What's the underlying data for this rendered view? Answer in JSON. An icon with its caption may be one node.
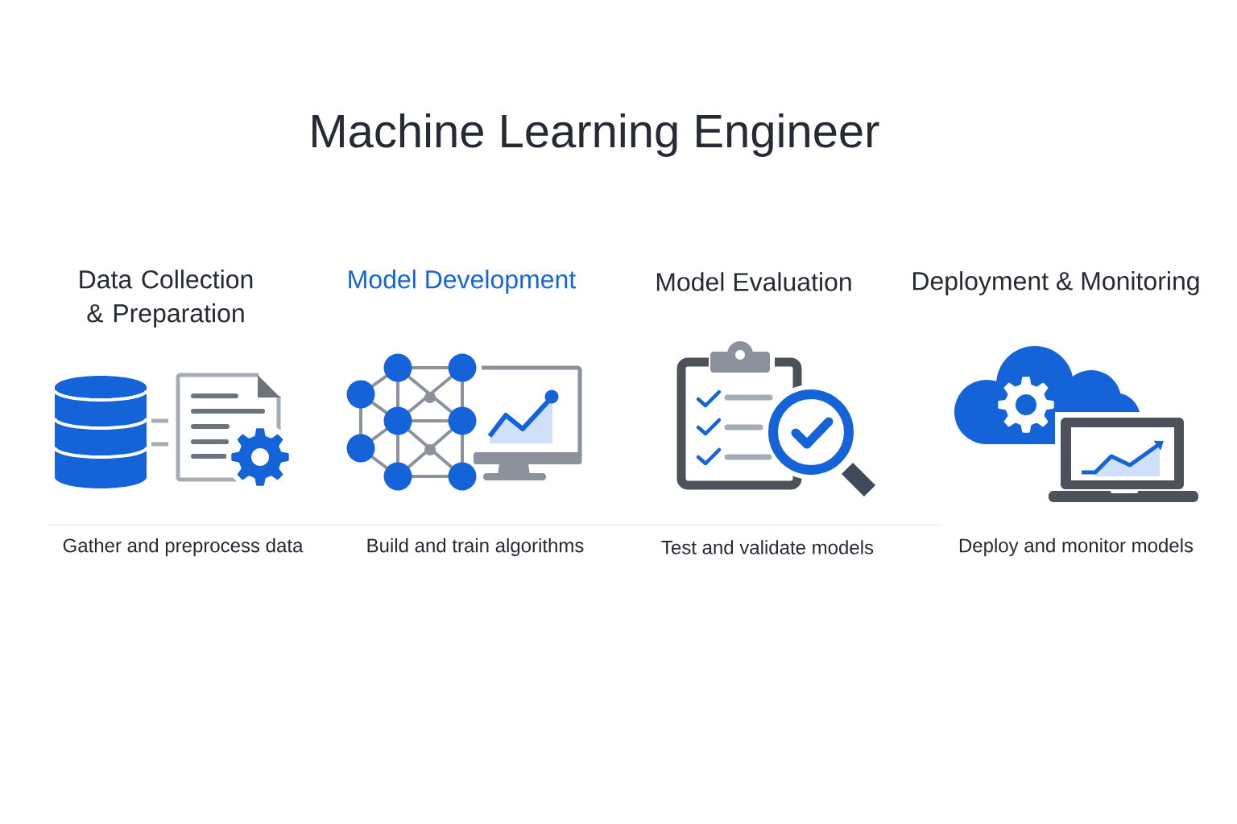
{
  "diagram": {
    "title": "Machine Learning Engineer",
    "labels": [
      "Data Collection & Preparation",
      "Model Development",
      "Model Evaluation",
      "Deployment & Monitoring",
      "Gather and preprocess data",
      "Build and train algorithms",
      "Test and validate models",
      "Deploy and monitor models"
    ]
  }
}
